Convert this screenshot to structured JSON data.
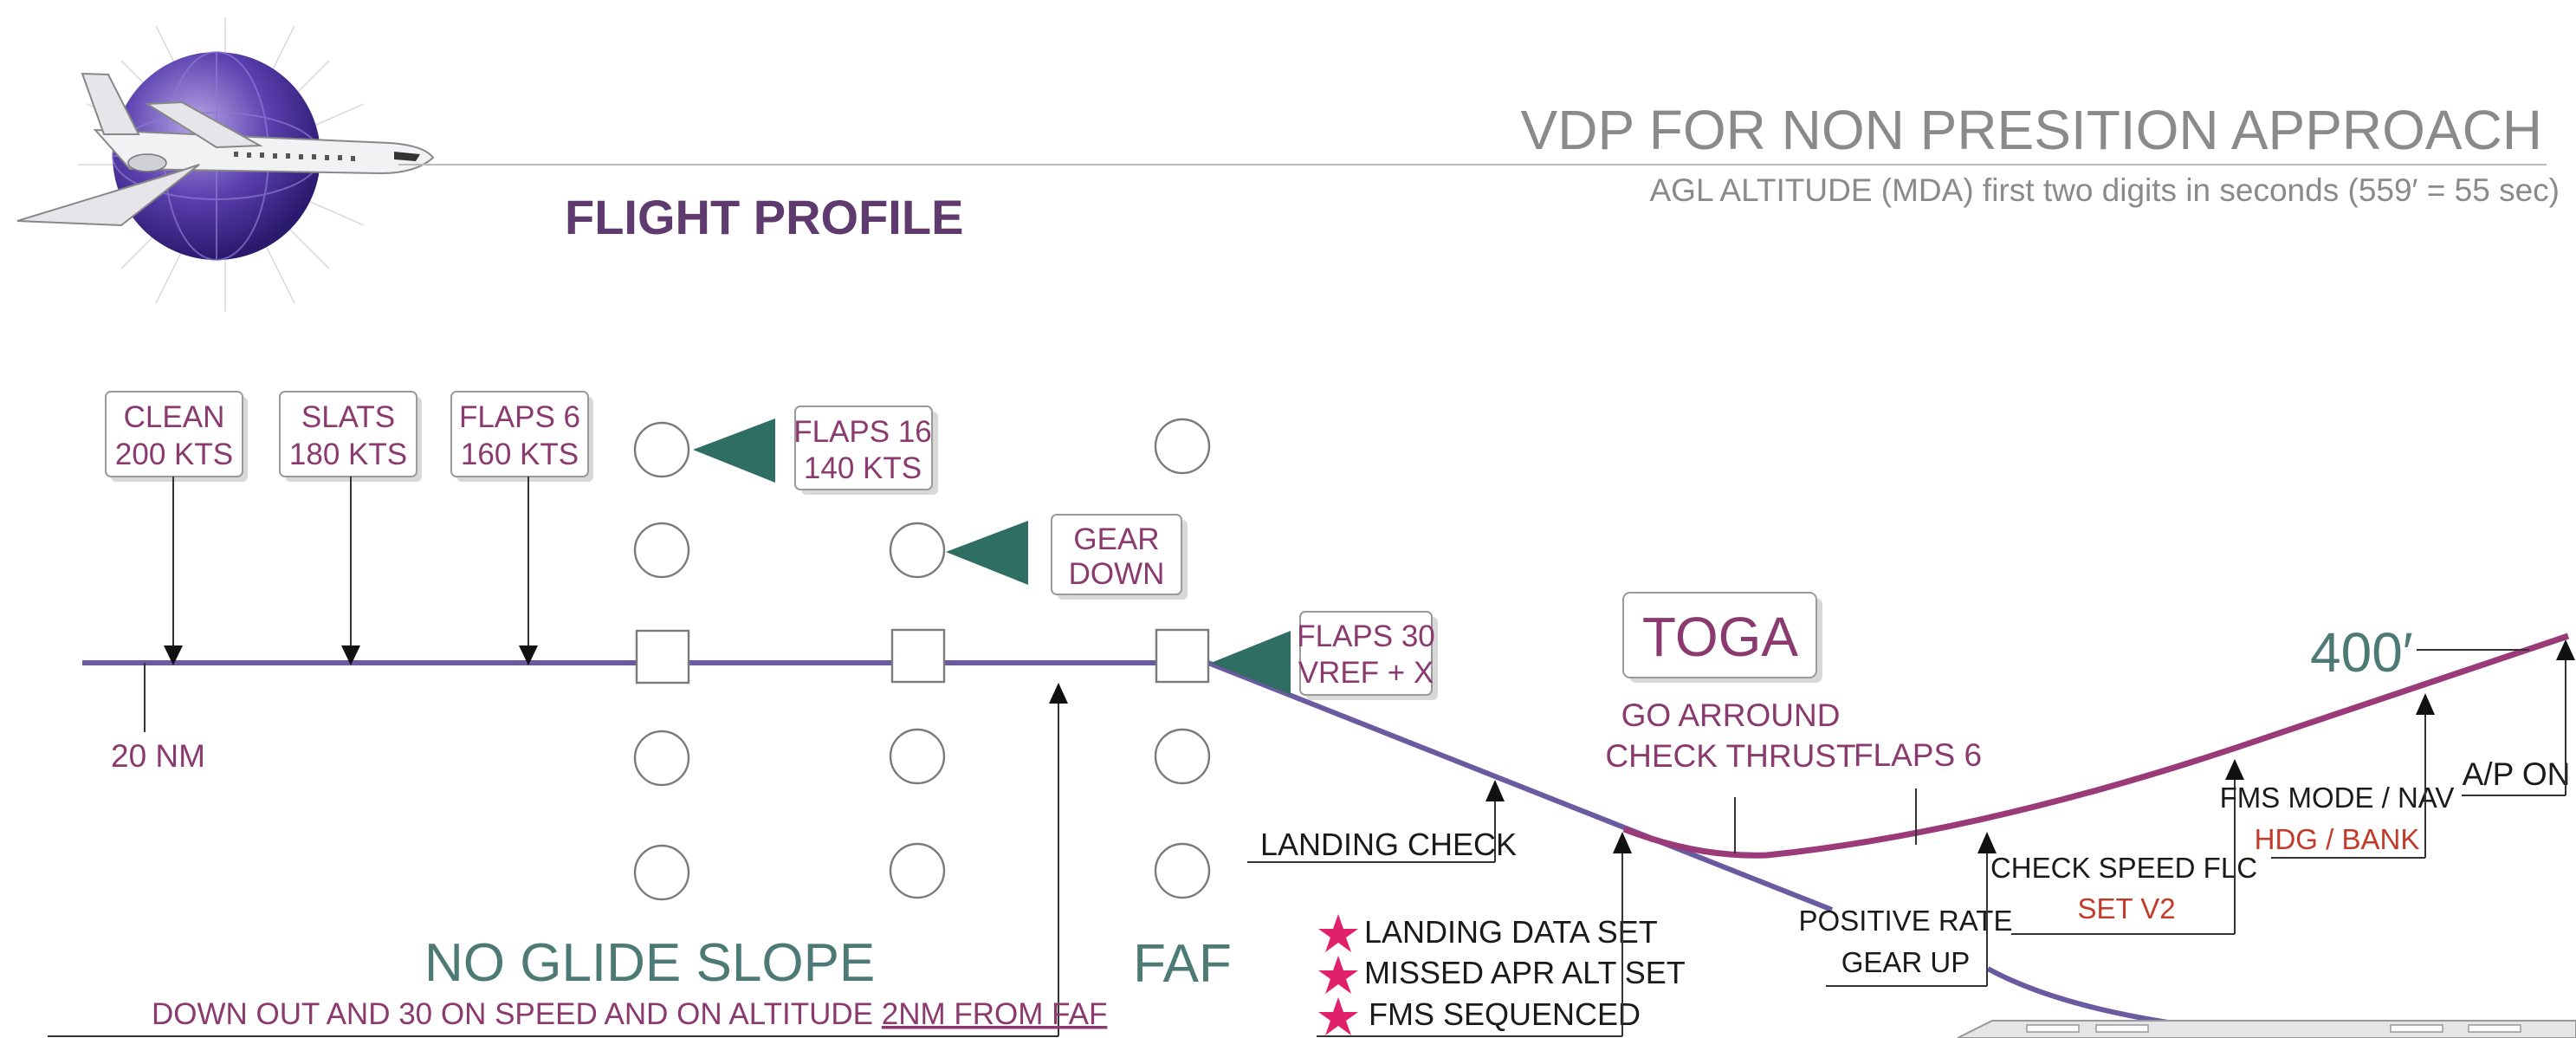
{
  "header": {
    "title": "VDP FOR NON PRESITION APPROACH",
    "subtitle": "AGL ALTITUDE (MDA) first two digits in seconds  (559′ = 55 sec)",
    "section": "FLIGHT PROFILE"
  },
  "config_boxes": {
    "clean": [
      "CLEAN",
      "200 KTS"
    ],
    "slats": [
      "SLATS",
      "180 KTS"
    ],
    "flaps6": [
      "FLAPS 6",
      "160 KTS"
    ],
    "flaps16": [
      "FLAPS 16",
      "140 KTS"
    ],
    "gear": [
      "GEAR",
      "DOWN"
    ],
    "flaps30": [
      "FLAPS 30",
      "VREF + X"
    ]
  },
  "labels": {
    "distance": "20 NM",
    "toga": "TOGA",
    "go_around": [
      "GO ARROUND",
      "CHECK  THRUST"
    ],
    "flaps6_ga": "FLAPS 6",
    "alt_400": "400′",
    "ap_on": "A/P ON",
    "fms_mode": "FMS MODE / NAV",
    "hdg_bank": "HDG / BANK",
    "check_speed": "CHECK  SPEED FLC",
    "set_v2": "SET  V2",
    "positive_rate": [
      "POSITIVE RATE",
      "GEAR UP"
    ],
    "landing_check": "LANDING CHECK",
    "checklist": [
      "LANDING DATA SET",
      "MISSED APR ALT SET",
      "FMS SEQUENCED"
    ],
    "no_glide_slope": "NO GLIDE SLOPE",
    "bottom_note": "DOWN OUT AND 30 ON SPEED AND ON ALTITUDE ",
    "bottom_note_underlined": "2NM FROM FAF",
    "faf": "FAF"
  },
  "icons": [
    "airplane-globe-logo",
    "warning-star-icon"
  ],
  "colors": {
    "approach_path": "#6a5aa0",
    "go_around_path": "#9a3a78",
    "triangle": "#2f6e62",
    "text_purple": "#8a3a6e",
    "text_teal": "#4d7a74",
    "text_red": "#c23a2a",
    "star": "#e0206a"
  }
}
